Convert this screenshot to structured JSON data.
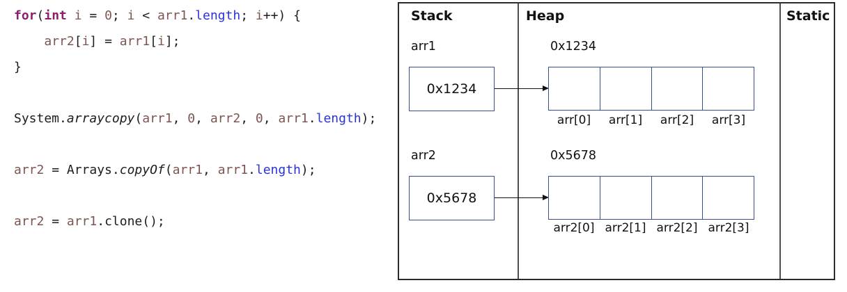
{
  "code": {
    "lines": [
      [
        {
          "c": "k",
          "t": "for"
        },
        {
          "c": "p",
          "t": "("
        },
        {
          "c": "k",
          "t": "int"
        },
        {
          "c": "p",
          "t": " "
        },
        {
          "c": "v",
          "t": "i"
        },
        {
          "c": "p",
          "t": " = "
        },
        {
          "c": "n",
          "t": "0"
        },
        {
          "c": "p",
          "t": "; "
        },
        {
          "c": "v",
          "t": "i"
        },
        {
          "c": "p",
          "t": " < "
        },
        {
          "c": "v",
          "t": "arr1"
        },
        {
          "c": "p",
          "t": "."
        },
        {
          "c": "f",
          "t": "length"
        },
        {
          "c": "p",
          "t": "; "
        },
        {
          "c": "v",
          "t": "i"
        },
        {
          "c": "p",
          "t": "++) {"
        }
      ],
      [
        {
          "c": "p",
          "t": "    "
        },
        {
          "c": "v",
          "t": "arr2"
        },
        {
          "c": "p",
          "t": "["
        },
        {
          "c": "v",
          "t": "i"
        },
        {
          "c": "p",
          "t": "] = "
        },
        {
          "c": "v",
          "t": "arr1"
        },
        {
          "c": "p",
          "t": "["
        },
        {
          "c": "v",
          "t": "i"
        },
        {
          "c": "p",
          "t": "];"
        }
      ],
      [
        {
          "c": "p",
          "t": "}"
        }
      ],
      [],
      [
        {
          "c": "p",
          "t": "System."
        },
        {
          "c": "m",
          "t": "arraycopy"
        },
        {
          "c": "p",
          "t": "("
        },
        {
          "c": "v",
          "t": "arr1"
        },
        {
          "c": "p",
          "t": ", "
        },
        {
          "c": "n",
          "t": "0"
        },
        {
          "c": "p",
          "t": ", "
        },
        {
          "c": "v",
          "t": "arr2"
        },
        {
          "c": "p",
          "t": ", "
        },
        {
          "c": "n",
          "t": "0"
        },
        {
          "c": "p",
          "t": ", "
        },
        {
          "c": "v",
          "t": "arr1"
        },
        {
          "c": "p",
          "t": "."
        },
        {
          "c": "f",
          "t": "length"
        },
        {
          "c": "p",
          "t": ");"
        }
      ],
      [],
      [
        {
          "c": "v",
          "t": "arr2"
        },
        {
          "c": "p",
          "t": " = Arrays."
        },
        {
          "c": "m",
          "t": "copyOf"
        },
        {
          "c": "p",
          "t": "("
        },
        {
          "c": "v",
          "t": "arr1"
        },
        {
          "c": "p",
          "t": ", "
        },
        {
          "c": "v",
          "t": "arr1"
        },
        {
          "c": "p",
          "t": "."
        },
        {
          "c": "f",
          "t": "length"
        },
        {
          "c": "p",
          "t": ");"
        }
      ],
      [],
      [
        {
          "c": "v",
          "t": "arr2"
        },
        {
          "c": "p",
          "t": " = "
        },
        {
          "c": "v",
          "t": "arr1"
        },
        {
          "c": "p",
          "t": ".clone();"
        }
      ]
    ]
  },
  "diagram": {
    "headers": {
      "stack": "Stack",
      "heap": "Heap",
      "static": "Static"
    },
    "colors": {
      "box_border": "#35508e",
      "outer_border": "#2b2b2b",
      "divider": "#4f4f4f"
    },
    "rows": [
      {
        "var_name": "arr1",
        "pointer_value": "0x1234",
        "heap_address": "0x1234",
        "cells": [
          "",
          "",
          "",
          ""
        ],
        "cell_labels": [
          "arr[0]",
          "arr[1]",
          "arr[2]",
          "arr[3]"
        ]
      },
      {
        "var_name": "arr2",
        "pointer_value": "0x5678",
        "heap_address": "0x5678",
        "cells": [
          "",
          "",
          "",
          ""
        ],
        "cell_labels": [
          "arr2[0]",
          "arr2[1]",
          "arr2[2]",
          "arr2[3]"
        ]
      }
    ]
  }
}
